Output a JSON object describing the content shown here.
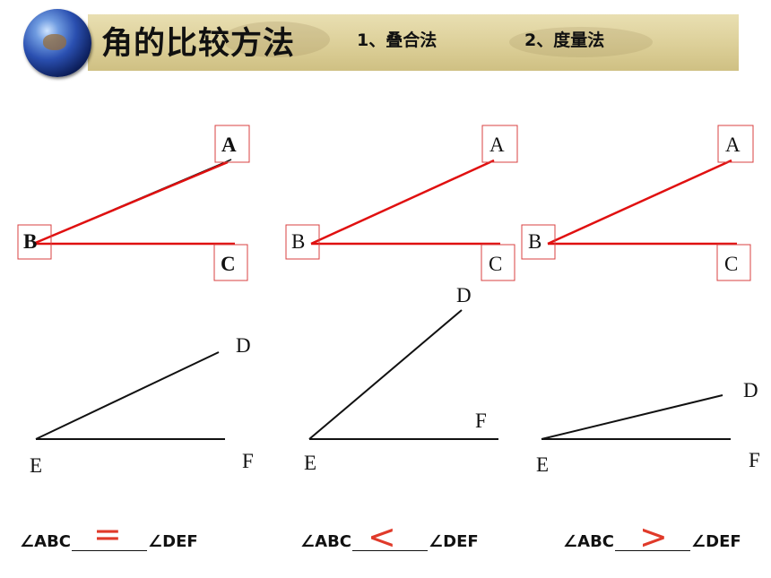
{
  "header": {
    "title": "角的比较方法",
    "method1": "1、叠合法",
    "method2": "2、度量法"
  },
  "angle_labels": {
    "A": "A",
    "B": "B",
    "C": "C",
    "D": "D",
    "E": "E",
    "F": "F"
  },
  "comparisons": [
    {
      "left": "∠ABC",
      "symbol": "=",
      "right": "∠DEF"
    },
    {
      "left": "∠ABC",
      "symbol": "<",
      "right": "∠DEF"
    },
    {
      "left": "∠ABC",
      "symbol": ">",
      "right": "∠DEF"
    }
  ],
  "colors": {
    "overlay_line": "#e01010",
    "label_box": "#d84040",
    "symbol": "#e03a2a",
    "banner": "#dccf98"
  }
}
